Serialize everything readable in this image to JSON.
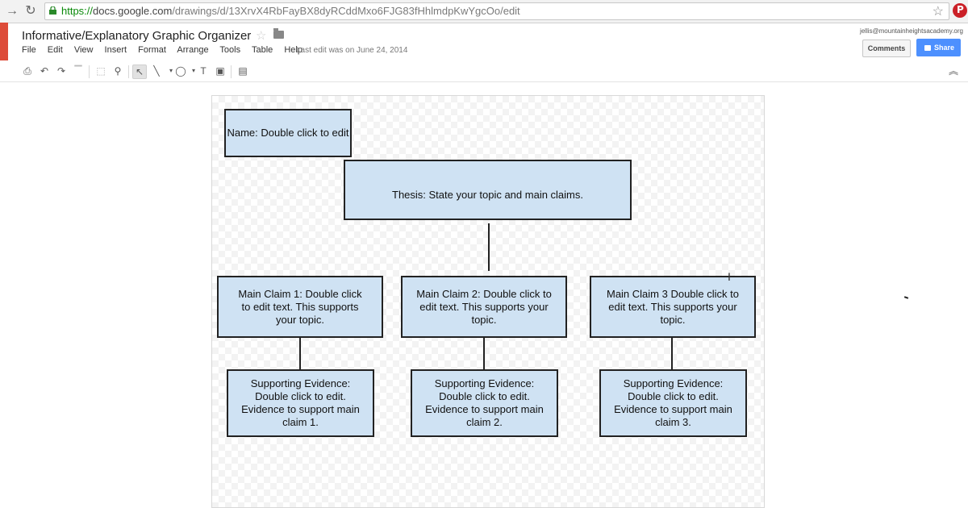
{
  "browser": {
    "url_scheme": "https://",
    "url_host": "docs.google.com",
    "url_path": "/drawings/d/13XrvX4RbFayBX8dyRCddMxo6FJG83fHhlmdpKwYgcOo/edit"
  },
  "header": {
    "title": "Informative/Explanatory Graphic Organizer",
    "last_edit": "Last edit was on June 24, 2014",
    "account": "jellis@mountainheightsacademy.org",
    "comments_label": "Comments",
    "share_label": "Share"
  },
  "menu": [
    "File",
    "Edit",
    "View",
    "Insert",
    "Format",
    "Arrange",
    "Tools",
    "Table",
    "Help"
  ],
  "toolbar_icons": [
    "print-icon",
    "undo-icon",
    "redo-icon",
    "paint-format-icon",
    "select-all-icon",
    "zoom-icon",
    "select-cursor-icon",
    "line-icon",
    "shape-icon",
    "textbox-icon",
    "image-icon",
    "comment-icon",
    "collapse-icon"
  ],
  "diagram": {
    "name_box": "Name: Double click to edit",
    "thesis": "Thesis: State your topic and main claims.",
    "claims": [
      "Main Claim 1: Double click to edit text. This supports your topic.",
      "Main Claim 2: Double click to edit text.  This supports your topic.",
      "Main Claim 3 Double click to edit text. This supports your topic."
    ],
    "evidence": [
      "Supporting Evidence: Double click to edit. Evidence to support main claim 1.",
      "Supporting Evidence: Double click to edit. Evidence to support main claim 2.",
      "Supporting Evidence: Double click to edit. Evidence to support main claim 3."
    ],
    "fill_color": "#cfe2f3",
    "border_color": "#222222"
  }
}
